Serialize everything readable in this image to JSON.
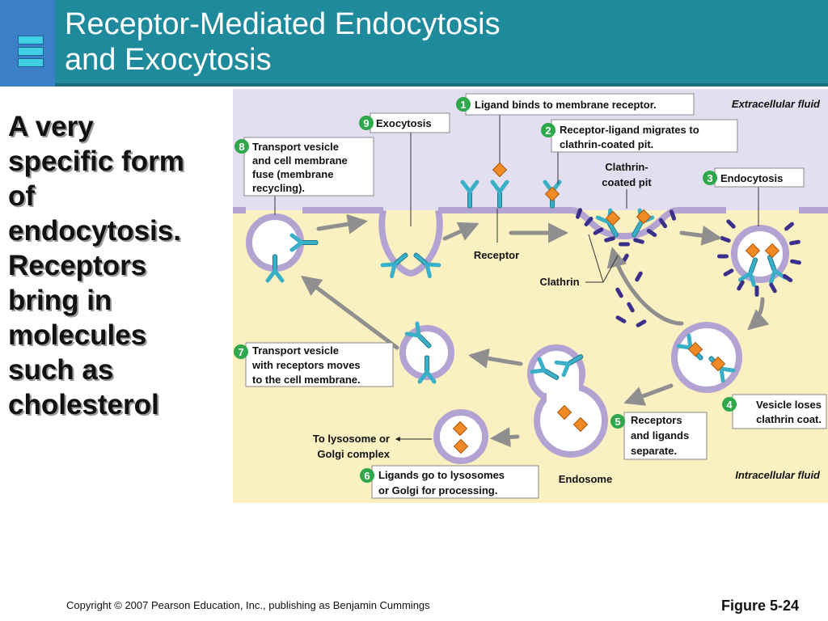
{
  "slide": {
    "title_line1": "Receptor-Mediated Endocytosis",
    "title_line2": "and Exocytosis",
    "side_text": [
      "A very",
      "specific form",
      "of",
      "endocytosis.",
      "Receptors",
      "bring in",
      "molecules",
      "such as",
      "cholesterol"
    ],
    "copyright": "Copyright © 2007 Pearson Education, Inc., publishing as Benjamin Cummings",
    "figure_label": "Figure 5-24"
  },
  "diagram": {
    "region_extracellular": "Extracellular fluid",
    "region_intracellular": "Intracellular fluid",
    "steps": [
      {
        "num": "1",
        "lines": [
          "Ligand binds to membrane receptor."
        ]
      },
      {
        "num": "2",
        "lines": [
          "Receptor-ligand migrates to",
          "clathrin-coated pit."
        ]
      },
      {
        "num": "3",
        "lines": [
          "Endocytosis"
        ]
      },
      {
        "num": "4",
        "lines": [
          "Vesicle loses",
          "clathrin coat."
        ]
      },
      {
        "num": "5",
        "lines": [
          "Receptors",
          "and ligands",
          "separate."
        ]
      },
      {
        "num": "6",
        "lines": [
          "Ligands go to lysosomes",
          "or Golgi for processing."
        ]
      },
      {
        "num": "7",
        "lines": [
          "Transport vesicle",
          "with receptors moves",
          "to the cell membrane."
        ]
      },
      {
        "num": "8",
        "lines": [
          "Transport vesicle",
          "and cell membrane",
          "fuse (membrane",
          "recycling)."
        ]
      },
      {
        "num": "9",
        "lines": [
          "Exocytosis"
        ]
      }
    ],
    "labels": {
      "clathrin_pit": [
        "Clathrin-",
        "coated pit"
      ],
      "receptor": "Receptor",
      "clathrin": "Clathrin",
      "to_lysosome": [
        "To lysosome or",
        "Golgi complex"
      ],
      "endosome": "Endosome"
    }
  },
  "colors": {
    "header_bg": "#1f8a9b",
    "extracellular": "#e4dff0",
    "intracellular": "#fbf0c2",
    "membrane": "#b2a3d2",
    "receptor": "#3ab0c8",
    "ligand": "#f08a24",
    "clathrin": "#3a2f8a",
    "step_badge": "#2ea84a"
  }
}
